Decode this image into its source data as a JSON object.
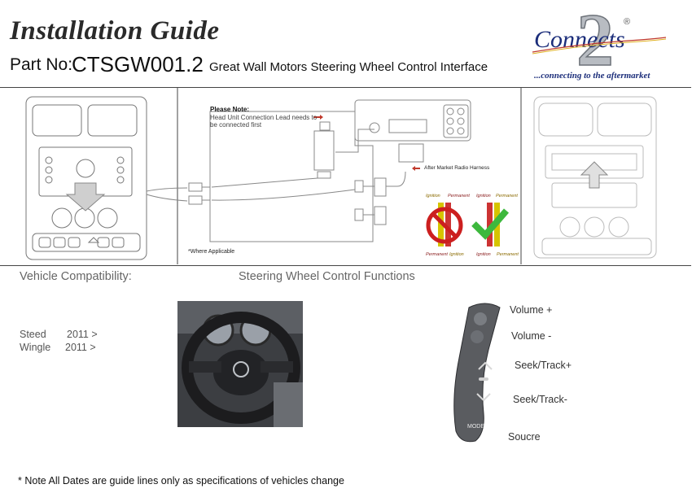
{
  "header": {
    "title": "Installation Guide",
    "part_label": "Part No:",
    "part_number": "CTSGW001.2",
    "product": "Great Wall Motors Steering Wheel Control Interface"
  },
  "logo": {
    "text": "Connects",
    "numeral": "2",
    "registered": "®",
    "tagline": "...connecting to the aftermarket",
    "colors": {
      "blue": "#1b2d7a",
      "grey": "#9aa0a6"
    }
  },
  "diagram": {
    "please_note_title": "Please Note:",
    "please_note_text_1": "Head Unit Connection Lead needs to",
    "please_note_text_2": "be connected first",
    "aftermarket_label": "After Market Radio Harness",
    "wrong_top_left": "Ignition",
    "wrong_top_right": "Permanent",
    "wrong_bottom_left": "Permanent",
    "wrong_bottom_right": "Ignition",
    "right_top_left": "Ignition",
    "right_top_right": "Permanent",
    "right_bottom_left": "Ignition",
    "right_bottom_right": "Permanent",
    "where_applicable": "*Where Applicable"
  },
  "compatibility": {
    "heading": "Vehicle Compatibility:",
    "vehicles": [
      {
        "model": "Steed",
        "year": "2011 >"
      },
      {
        "model": "Wingle",
        "year": "2011 >"
      }
    ]
  },
  "swc": {
    "heading": "Steering Wheel Control Functions",
    "labels": [
      "Volume +",
      "Volume -",
      "Seek/Track+",
      "Seek/Track-",
      "Soucre"
    ],
    "button_text": "MODE"
  },
  "footer": {
    "note": "* Note All Dates are guide lines only as specifications of vehicles change"
  }
}
